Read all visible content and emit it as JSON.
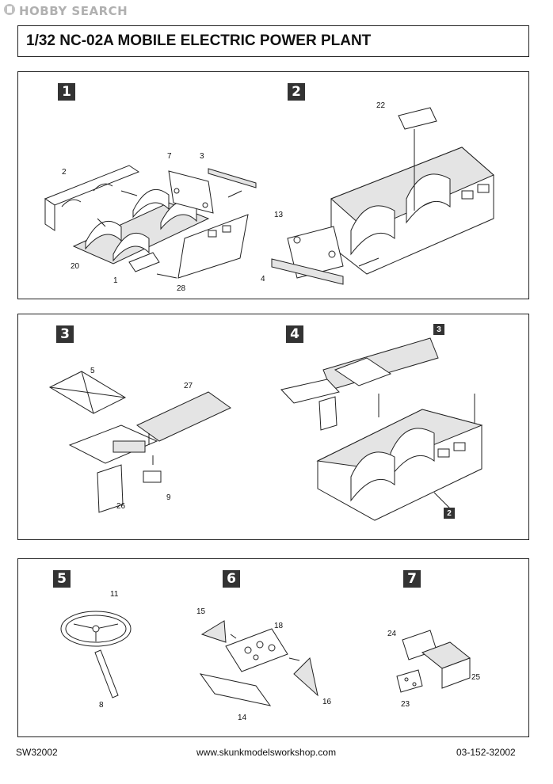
{
  "watermark": {
    "brand": "HOBBY SEARCH"
  },
  "title": "1/32 NC-02A MOBILE ELECTRIC POWER PLANT",
  "steps": [
    {
      "number": "1",
      "parts": [
        "2",
        "7",
        "3",
        "20",
        "1",
        "28"
      ]
    },
    {
      "number": "2",
      "parts": [
        "22",
        "13",
        "4"
      ]
    },
    {
      "number": "3",
      "parts": [
        "5",
        "27",
        "26",
        "9"
      ]
    },
    {
      "number": "4",
      "refs": [
        "3",
        "2"
      ]
    },
    {
      "number": "5",
      "parts": [
        "11",
        "8"
      ]
    },
    {
      "number": "6",
      "parts": [
        "15",
        "18",
        "16",
        "14"
      ]
    },
    {
      "number": "7",
      "parts": [
        "24",
        "25",
        "23"
      ]
    }
  ],
  "footer": {
    "code": "SW32002",
    "website": "www.skunkmodelsworkshop.com",
    "catalog": "03-152-32002"
  }
}
